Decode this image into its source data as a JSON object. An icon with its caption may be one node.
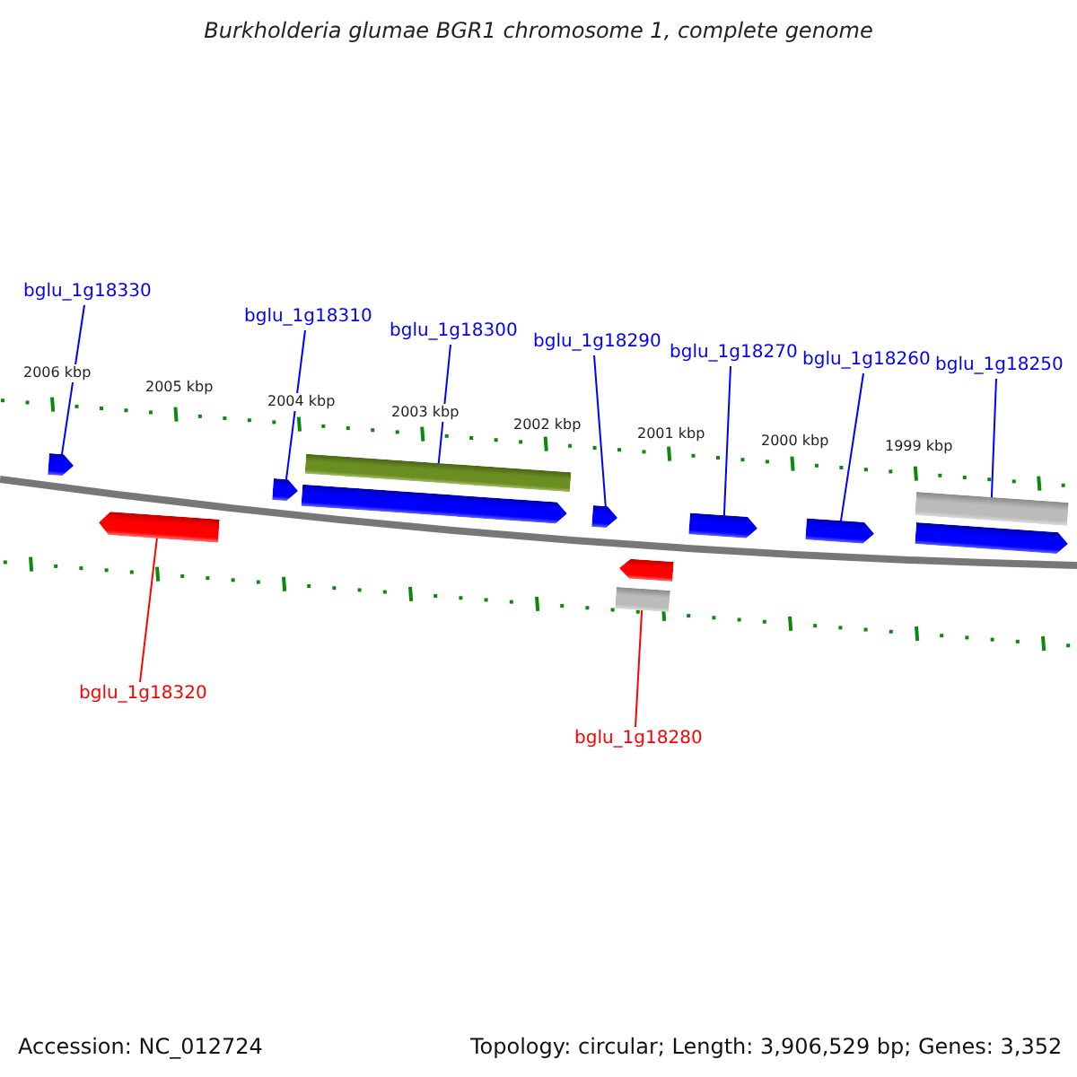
{
  "diagram": {
    "title": "Burkholderia glumae BGR1 chromosome 1, complete genome",
    "nodes": [
      {
        "text": [
          "bglu_1g18330"
        ]
      },
      {
        "text": [
          "bglu_1g18310"
        ]
      },
      {
        "text": [
          "bglu_1g18300"
        ]
      },
      {
        "text": [
          "bglu_1g18290"
        ]
      },
      {
        "text": [
          "bglu_1g18270"
        ]
      },
      {
        "text": [
          "bglu_1g18260"
        ]
      },
      {
        "text": [
          "bglu_1g18250"
        ]
      },
      {
        "text": [
          "bglu_1g18320"
        ]
      },
      {
        "text": [
          "bglu_1g18280"
        ]
      },
      {
        "text": [],
        "shape": "pentagon"
      },
      {
        "text": [],
        "shape": "pentagon"
      },
      {
        "text": [],
        "shape": "pentagon"
      },
      {
        "text": [],
        "shape": "bar"
      },
      {
        "text": [],
        "shape": "pentagon"
      },
      {
        "text": [],
        "shape": "pentagon"
      },
      {
        "text": [],
        "shape": "pentagon"
      },
      {
        "text": [],
        "shape": "pentagon"
      },
      {
        "text": [],
        "shape": "bar"
      },
      {
        "text": [],
        "shape": "pentagon"
      },
      {
        "text": [],
        "shape": "pentagon"
      },
      {
        "text": [],
        "shape": "bar"
      }
    ],
    "edges": [
      {
        "from": 0,
        "to": 9,
        "arrow": "none"
      },
      {
        "from": 1,
        "to": 11,
        "arrow": "none"
      },
      {
        "from": 2,
        "to": 12,
        "arrow": "none"
      },
      {
        "from": 3,
        "to": 14,
        "arrow": "none"
      },
      {
        "from": 4,
        "to": 15,
        "arrow": "none"
      },
      {
        "from": 5,
        "to": 16,
        "arrow": "none"
      },
      {
        "from": 6,
        "to": 17,
        "arrow": "none"
      },
      {
        "from": 7,
        "to": 10,
        "arrow": "none",
        "color": "#ff0000"
      },
      {
        "from": 8,
        "to": 20,
        "arrow": "none",
        "color": "#ff0000"
      }
    ],
    "labels": [
      "2006 kbp",
      "2005 kbp",
      "2004 kbp",
      "2003 kbp",
      "2002 kbp",
      "2001 kbp",
      "2000 kbp",
      "1999 kbp",
      "Accession: NC_012724",
      "Topology: circular; Length: 3,906,529 bp; Genes: 3,352"
    ]
  }
}
